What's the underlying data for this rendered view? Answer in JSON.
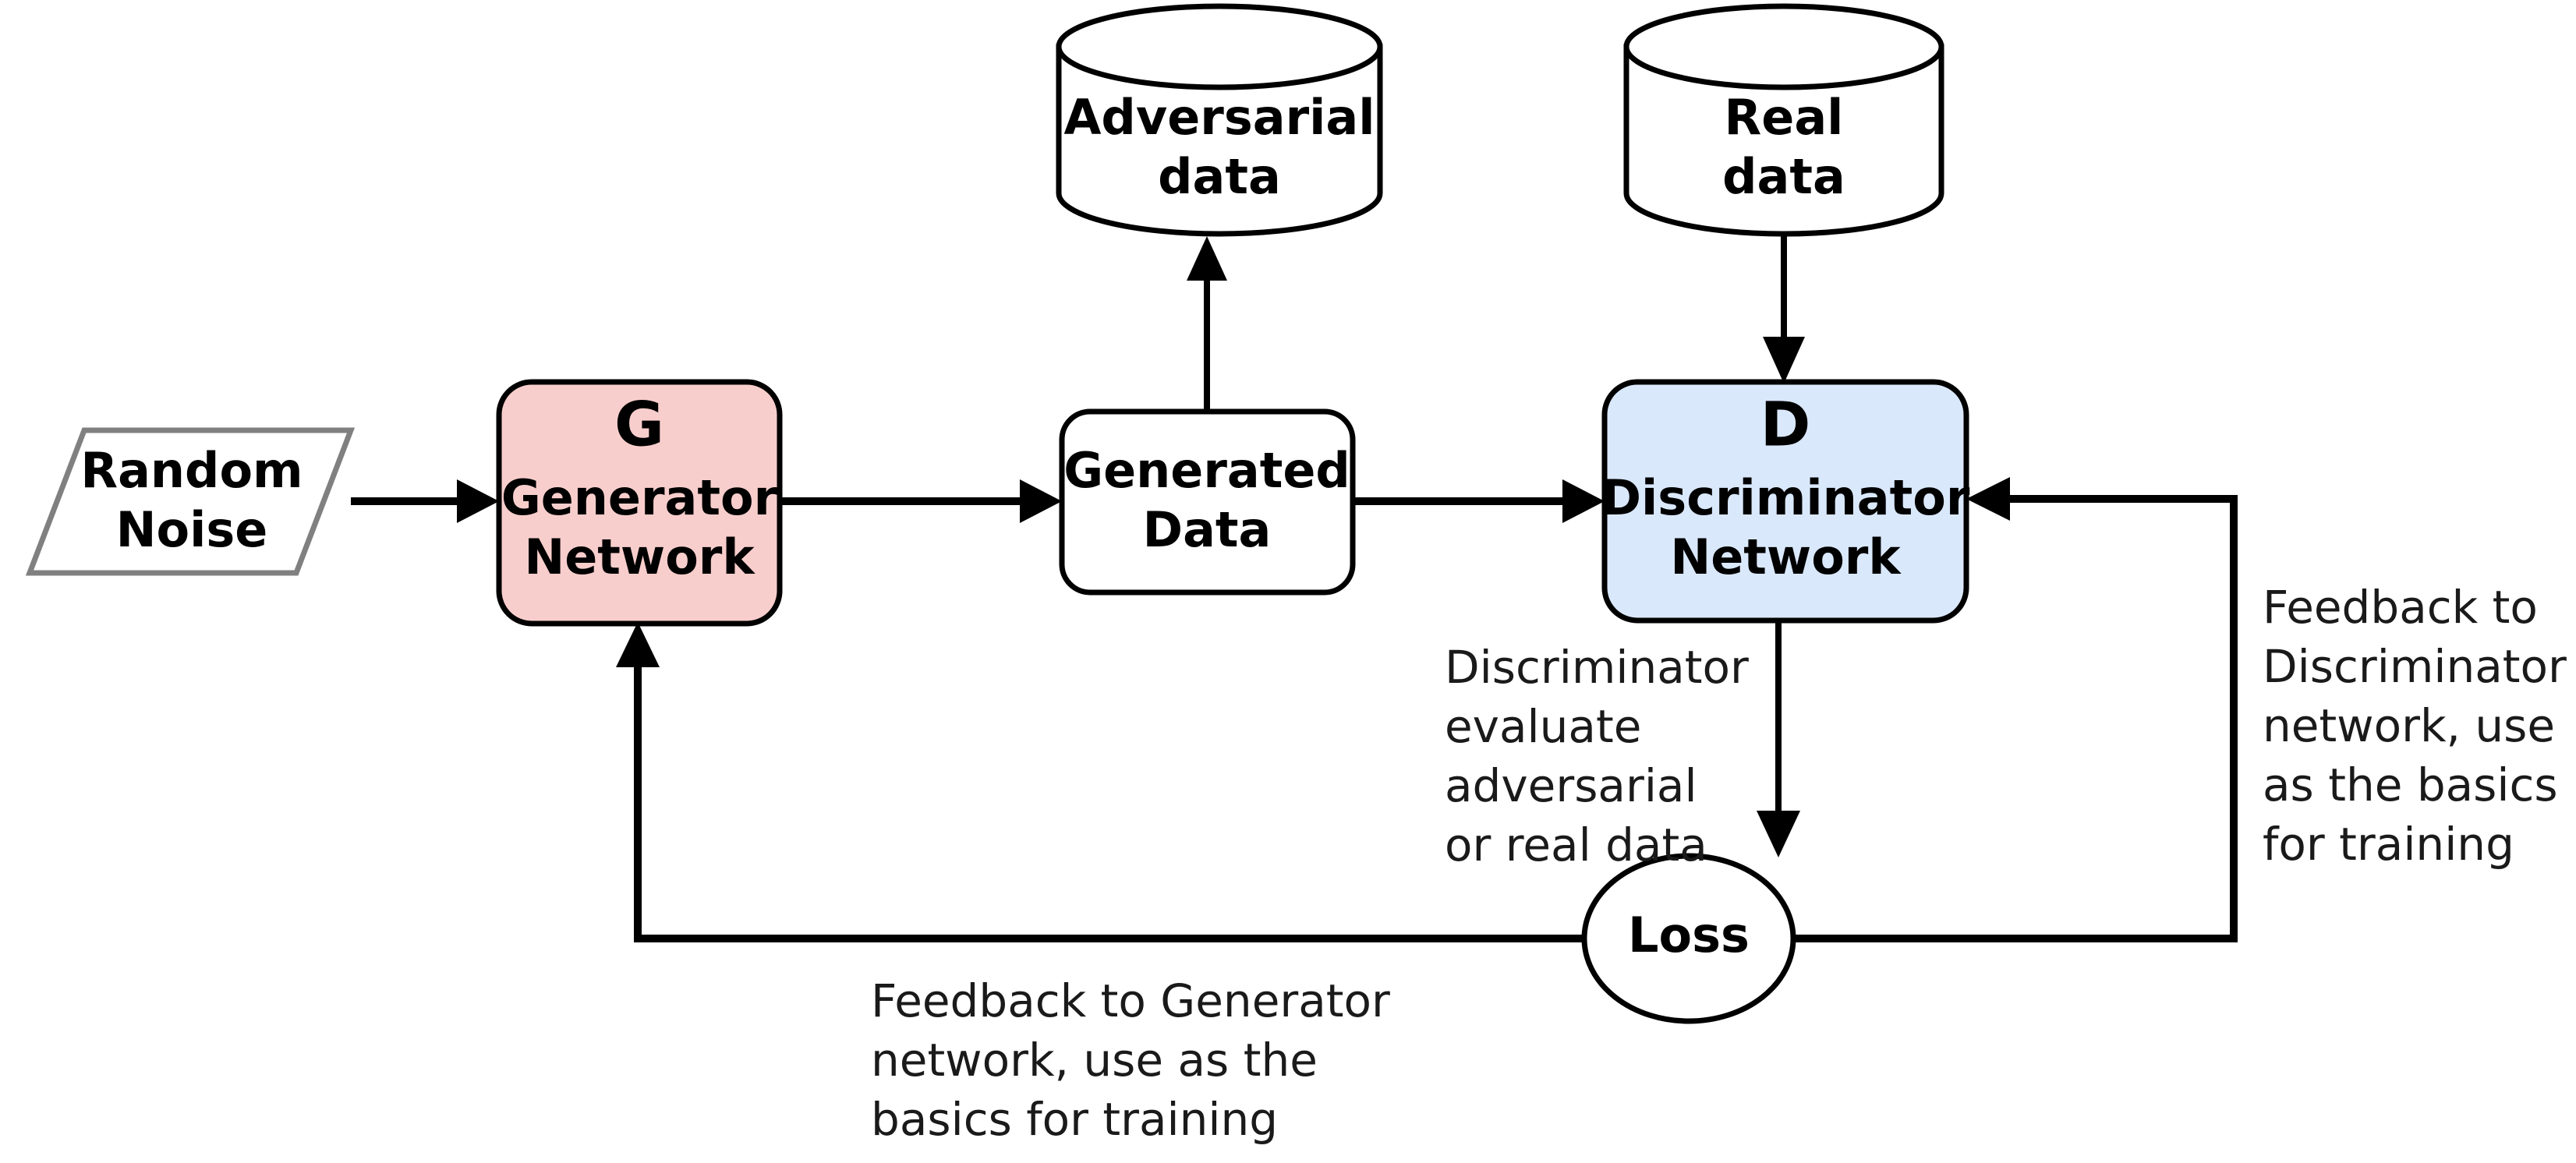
{
  "diagram": {
    "title": "Generative Adversarial Network (GAN) training loop",
    "colors": {
      "generator_fill": "#f8cecc",
      "discriminator_fill": "#dae8fc",
      "node_stroke": "#000000",
      "noise_stroke": "#808080",
      "background": "#ffffff",
      "annotation_text": "#1a1a1a"
    },
    "nodes": {
      "random_noise": {
        "shape": "parallelogram",
        "line1": "Random",
        "line2": "Noise"
      },
      "generator": {
        "shape": "rounded-rect",
        "symbol": "G",
        "line1": "Generator",
        "line2": "Network"
      },
      "generated_data": {
        "shape": "rounded-rect",
        "line1": "Generated",
        "line2": "Data"
      },
      "adversarial_data": {
        "shape": "cylinder",
        "line1": "Adversarial",
        "line2": "data"
      },
      "real_data": {
        "shape": "cylinder",
        "line1": "Real",
        "line2": "data"
      },
      "discriminator": {
        "shape": "rounded-rect",
        "symbol": "D",
        "line1": "Discriminator",
        "line2": "Network"
      },
      "loss": {
        "shape": "ellipse",
        "label": "Loss"
      }
    },
    "annotations": {
      "discriminator_evaluate": {
        "lines": [
          "Discriminator",
          "evaluate",
          "adversarial",
          "or real data"
        ]
      },
      "feedback_discriminator": {
        "lines": [
          "Feedback to",
          "Discriminator",
          "network, use",
          "as the basics",
          "for training"
        ]
      },
      "feedback_generator": {
        "lines": [
          "Feedback to Generator",
          "network, use as the",
          "basics for training"
        ]
      }
    },
    "edges": [
      {
        "name": "noise-to-generator",
        "from": "random_noise",
        "to": "generator",
        "direction": "right"
      },
      {
        "name": "generator-to-generated-data",
        "from": "generator",
        "to": "generated_data",
        "direction": "right"
      },
      {
        "name": "generated-data-to-adversarial-data",
        "from": "generated_data",
        "to": "adversarial_data",
        "direction": "up"
      },
      {
        "name": "generated-data-to-discriminator",
        "from": "generated_data",
        "to": "discriminator",
        "direction": "right"
      },
      {
        "name": "real-data-to-discriminator",
        "from": "real_data",
        "to": "discriminator",
        "direction": "down"
      },
      {
        "name": "discriminator-to-loss",
        "from": "discriminator",
        "to": "loss",
        "direction": "down"
      },
      {
        "name": "loss-to-discriminator-feedback",
        "from": "loss",
        "to": "discriminator",
        "direction": "up-left"
      },
      {
        "name": "loss-to-generator-feedback",
        "from": "loss",
        "to": "generator",
        "direction": "left-up"
      }
    ]
  }
}
